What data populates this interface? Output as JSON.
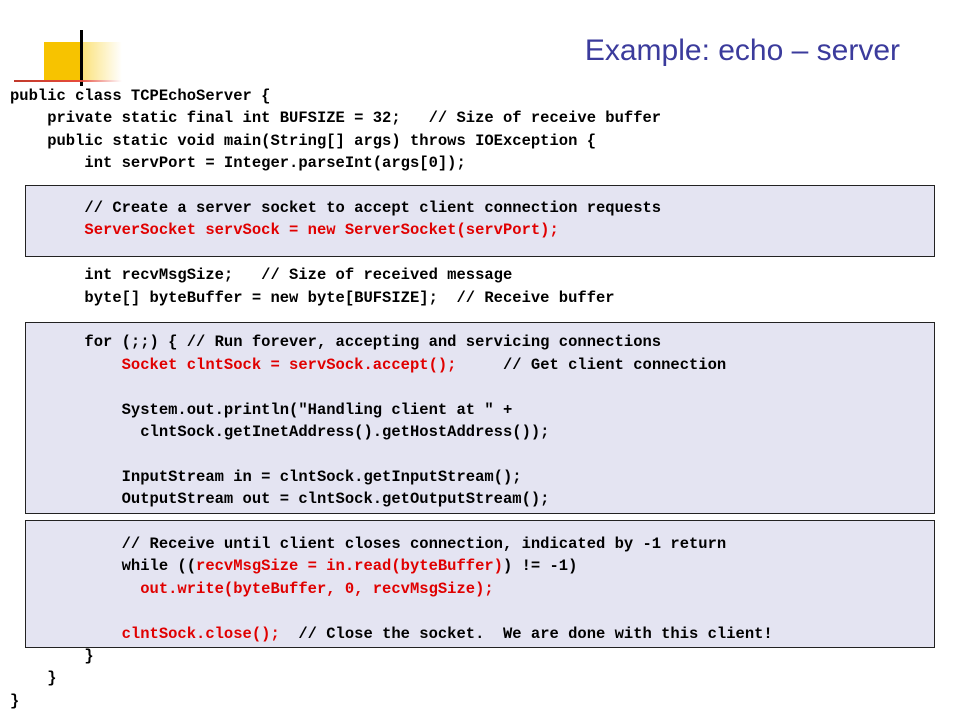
{
  "slide": {
    "title": "Example: echo – server"
  },
  "code": {
    "lines": [
      {
        "segments": [
          {
            "text": "public class TCPEchoServer {",
            "color": "black"
          }
        ]
      },
      {
        "segments": [
          {
            "text": "    private static final int BUFSIZE = 32;   // Size of receive buffer",
            "color": "black"
          }
        ]
      },
      {
        "segments": [
          {
            "text": "    public static void main(String[] args) throws IOException {",
            "color": "black"
          }
        ]
      },
      {
        "segments": [
          {
            "text": "        int servPort = Integer.parseInt(args[0]);",
            "color": "black"
          }
        ]
      },
      {
        "segments": []
      },
      {
        "segments": [
          {
            "text": "        // Create a server socket to accept client connection requests",
            "color": "black"
          }
        ]
      },
      {
        "segments": [
          {
            "text": "        ServerSocket servSock = new ServerSocket(servPort);",
            "color": "red"
          }
        ]
      },
      {
        "segments": []
      },
      {
        "segments": [
          {
            "text": "        int recvMsgSize;   // Size of received message",
            "color": "black"
          }
        ]
      },
      {
        "segments": [
          {
            "text": "        byte[] byteBuffer = new byte[BUFSIZE];  // Receive buffer",
            "color": "black"
          }
        ]
      },
      {
        "segments": []
      },
      {
        "segments": [
          {
            "text": "        for (;;) { // Run forever, accepting and servicing connections",
            "color": "black"
          }
        ]
      },
      {
        "segments": [
          {
            "text": "            Socket clntSock = servSock.accept();",
            "color": "red"
          },
          {
            "text": "     // Get client connection",
            "color": "black"
          }
        ]
      },
      {
        "segments": []
      },
      {
        "segments": [
          {
            "text": "            System.out.println(\"Handling client at \" +",
            "color": "black"
          }
        ]
      },
      {
        "segments": [
          {
            "text": "              clntSock.getInetAddress().getHostAddress());",
            "color": "black"
          }
        ]
      },
      {
        "segments": []
      },
      {
        "segments": [
          {
            "text": "            InputStream in = clntSock.getInputStream();",
            "color": "black"
          }
        ]
      },
      {
        "segments": [
          {
            "text": "            OutputStream out = clntSock.getOutputStream();",
            "color": "black"
          }
        ]
      },
      {
        "segments": []
      },
      {
        "segments": [
          {
            "text": "            // Receive until client closes connection, indicated by -1 return",
            "color": "black"
          }
        ]
      },
      {
        "segments": [
          {
            "text": "            while ((",
            "color": "black"
          },
          {
            "text": "recvMsgSize = in.read(byteBuffer)",
            "color": "red"
          },
          {
            "text": ") != -1)",
            "color": "black"
          }
        ]
      },
      {
        "segments": [
          {
            "text": "              out.write(byteBuffer, 0, recvMsgSize);",
            "color": "red"
          }
        ]
      },
      {
        "segments": []
      },
      {
        "segments": [
          {
            "text": "            clntSock.close();",
            "color": "red"
          },
          {
            "text": "  // Close the socket.  We are done with this client!",
            "color": "black"
          }
        ]
      },
      {
        "segments": [
          {
            "text": "        }",
            "color": "black"
          }
        ]
      },
      {
        "segments": [
          {
            "text": "    }",
            "color": "black"
          }
        ]
      },
      {
        "segments": [
          {
            "text": "}",
            "color": "black"
          }
        ]
      }
    ]
  },
  "colors": {
    "title": "#3b3b9c",
    "code_red": "#e00000",
    "box_fill": "#e4e4f2",
    "logo_yellow": "#f7c300"
  }
}
